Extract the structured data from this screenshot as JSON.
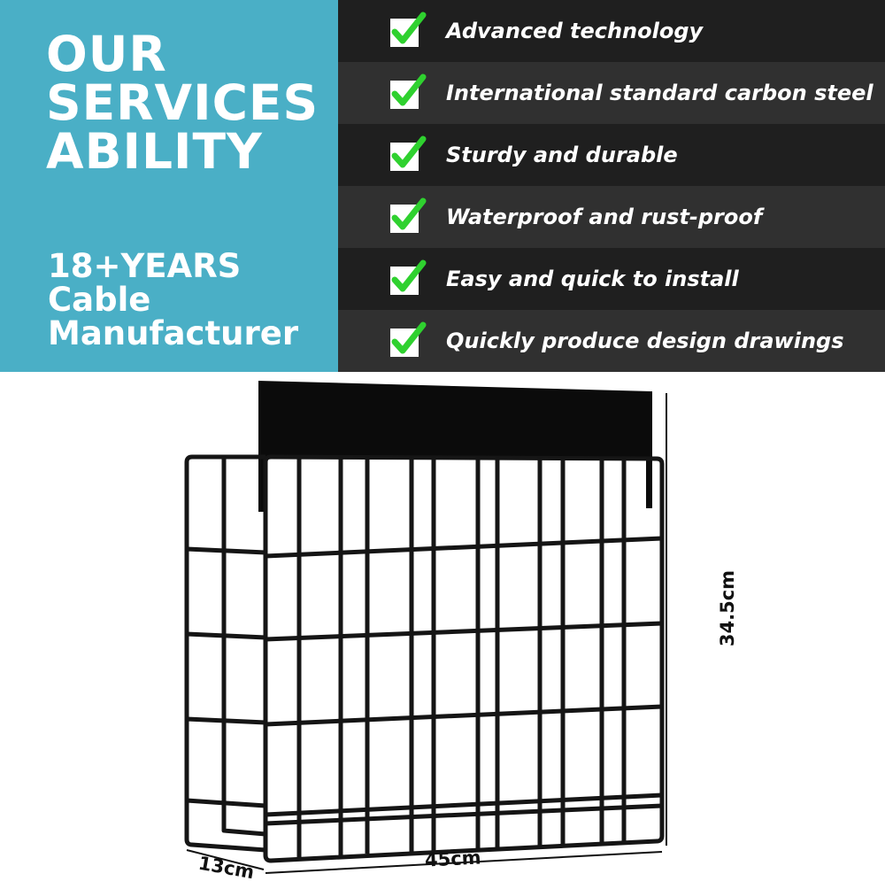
{
  "banner": {
    "headline": [
      "OUR",
      "SERVICES",
      "ABILITY"
    ],
    "subline": [
      "18+YEARS",
      "Cable",
      "Manufacturer"
    ],
    "colors": {
      "panel": "#4aafc6",
      "check": "#2fd12f"
    }
  },
  "features": [
    {
      "label": "Advanced technology",
      "icon": "checkmark-icon"
    },
    {
      "label": "International standard carbon steel",
      "icon": "checkmark-icon"
    },
    {
      "label": "Sturdy and durable",
      "icon": "checkmark-icon"
    },
    {
      "label": "Waterproof and rust-proof",
      "icon": "checkmark-icon"
    },
    {
      "label": "Easy and quick to install",
      "icon": "checkmark-icon"
    },
    {
      "label": "Quickly produce design drawings",
      "icon": "checkmark-icon"
    }
  ],
  "product": {
    "dimensions": {
      "height": "34.5cm",
      "width": "45cm",
      "depth": "13cm"
    }
  }
}
